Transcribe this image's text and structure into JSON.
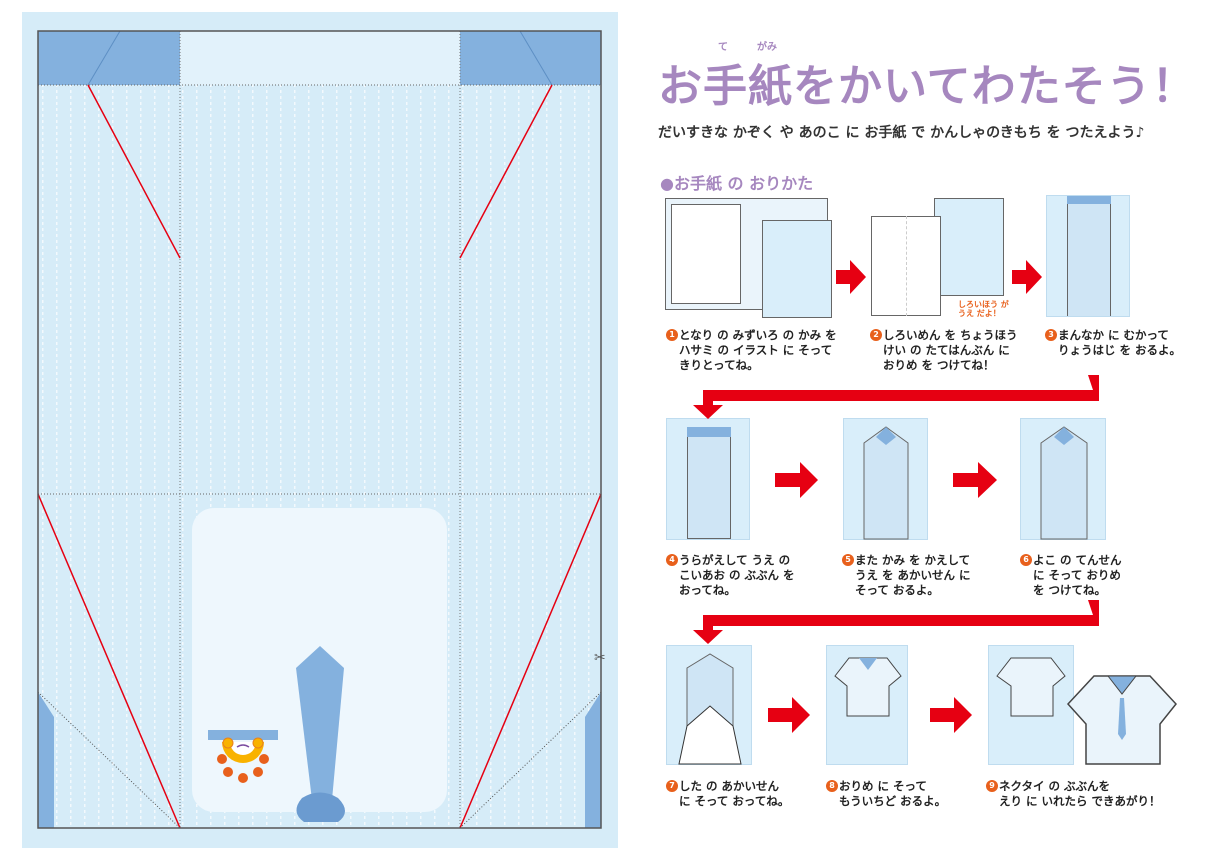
{
  "header": {
    "title": "お手紙をかいてわたそう！",
    "title_ruby": [
      "て",
      "がみ"
    ],
    "subtitle": "だいすきな かぞく や あのこ に お手紙 で かんしゃのきもち を つたえよう♪",
    "section": "●お手紙 の おりかた"
  },
  "note": "しろいほう が\nうえ だよ！",
  "steps": [
    {
      "num": "1",
      "text": "となり の みずいろ の かみ を\nハサミ の イラスト に そって\nきりとってね。"
    },
    {
      "num": "2",
      "text": "しろいめん を ちょうほう\nけい の たてはんぶん に\nおりめ を つけてね！"
    },
    {
      "num": "3",
      "text": "まんなか に むかって\nりょうはじ を おるよ。"
    },
    {
      "num": "4",
      "text": "うらがえして うえ の\nこいあお の ぶぶん を\nおってね。"
    },
    {
      "num": "5",
      "text": "また かみ を かえして\nうえ を あかいせん に\nそって おるよ。"
    },
    {
      "num": "6",
      "text": "よこ の てんせん\nに そって おりめ\nを つけてね。"
    },
    {
      "num": "7",
      "text": "した の あかいせん\nに そって おってね。"
    },
    {
      "num": "8",
      "text": "おりめ に そって\nもういちど おるよ。"
    },
    {
      "num": "9",
      "text": "ネクタイ の ぶぶんを\nえり に いれたら できあがり！"
    }
  ],
  "colors": {
    "accent": "#a687bf",
    "red": "#e60012",
    "sheet": "#d6ecf8",
    "band": "#84b1de"
  }
}
